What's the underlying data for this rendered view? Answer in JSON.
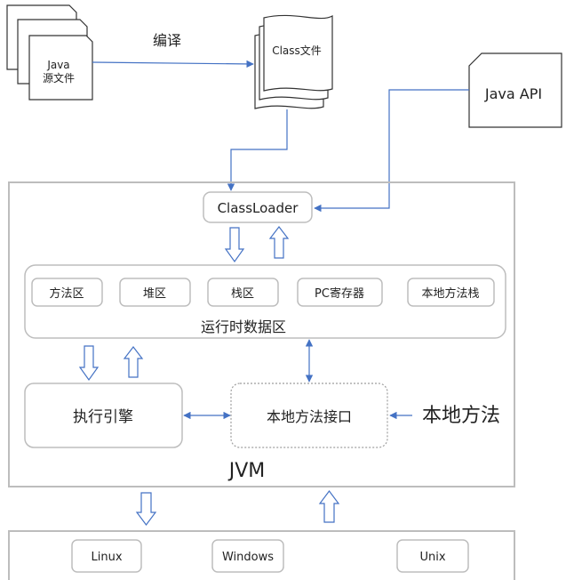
{
  "labels": {
    "java_source_line1": "Java",
    "java_source_line2": "源文件",
    "compile": "编译",
    "class_file": "Class文件",
    "java_api": "Java API",
    "class_loader": "ClassLoader",
    "runtime_data_area": "运行时数据区",
    "method_area": "方法区",
    "heap": "堆区",
    "stack": "栈区",
    "pc_register": "PC寄存器",
    "native_method_stack": "本地方法栈",
    "execution_engine": "执行引擎",
    "native_interface": "本地方法接口",
    "native_method": "本地方法",
    "jvm": "JVM",
    "linux": "Linux",
    "windows": "Windows",
    "unix": "Unix"
  },
  "colors": {
    "box_border": "#bdbdbd",
    "doc_border": "#4a4a4a",
    "connector": "#4472c4"
  }
}
